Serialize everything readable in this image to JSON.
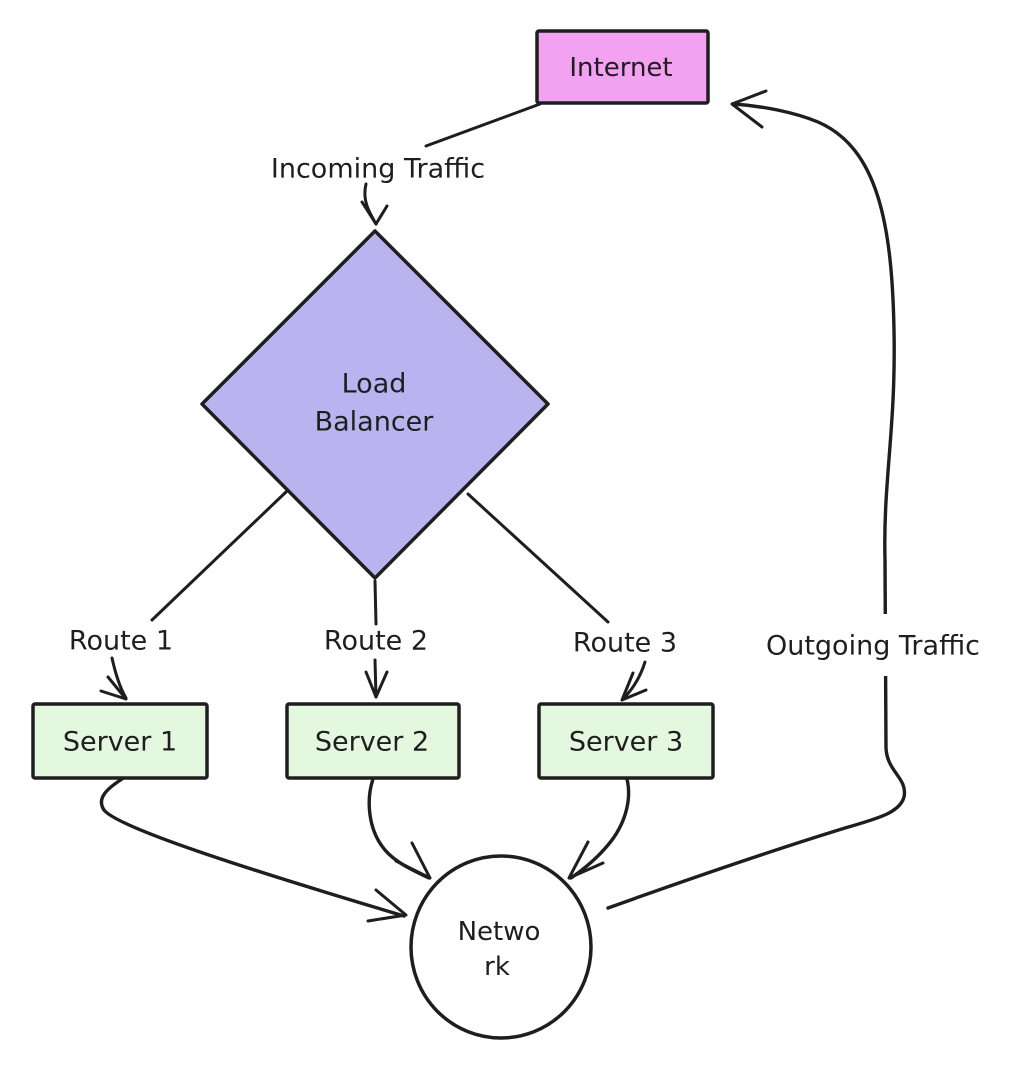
{
  "canvas": {
    "background": "#ffffff",
    "stroke_color": "#1e1e1e",
    "text_color": "#1e1e1e"
  },
  "nodes": {
    "internet": {
      "label": "Internet",
      "shape": "rectangle",
      "fill": "#f3a2f1"
    },
    "load_balancer": {
      "label": "Load Balancer",
      "lines": [
        "Load",
        "Balancer"
      ],
      "shape": "diamond",
      "fill": "#b9b3f0"
    },
    "server_1": {
      "label": "Server 1",
      "shape": "rectangle",
      "fill": "#e3f8de"
    },
    "server_2": {
      "label": "Server 2",
      "shape": "rectangle",
      "fill": "#e3f8de"
    },
    "server_3": {
      "label": "Server 3",
      "shape": "rectangle",
      "fill": "#e3f8de"
    },
    "network": {
      "label": "Network",
      "lines": [
        "Netwo",
        "rk"
      ],
      "shape": "circle",
      "fill": "#ffffff"
    }
  },
  "edges": {
    "incoming": {
      "label": "Incoming Traffic",
      "from": "internet",
      "to": "load_balancer"
    },
    "route_1": {
      "label": "Route 1",
      "from": "load_balancer",
      "to": "server_1"
    },
    "route_2": {
      "label": "Route 2",
      "from": "load_balancer",
      "to": "server_2"
    },
    "route_3": {
      "label": "Route 3",
      "from": "load_balancer",
      "to": "server_3"
    },
    "server_1_to_network": {
      "label": "",
      "from": "server_1",
      "to": "network"
    },
    "server_2_to_network": {
      "label": "",
      "from": "server_2",
      "to": "network"
    },
    "server_3_to_network": {
      "label": "",
      "from": "server_3",
      "to": "network"
    },
    "outgoing": {
      "label": "Outgoing Traffic",
      "from": "network",
      "to": "internet"
    }
  }
}
